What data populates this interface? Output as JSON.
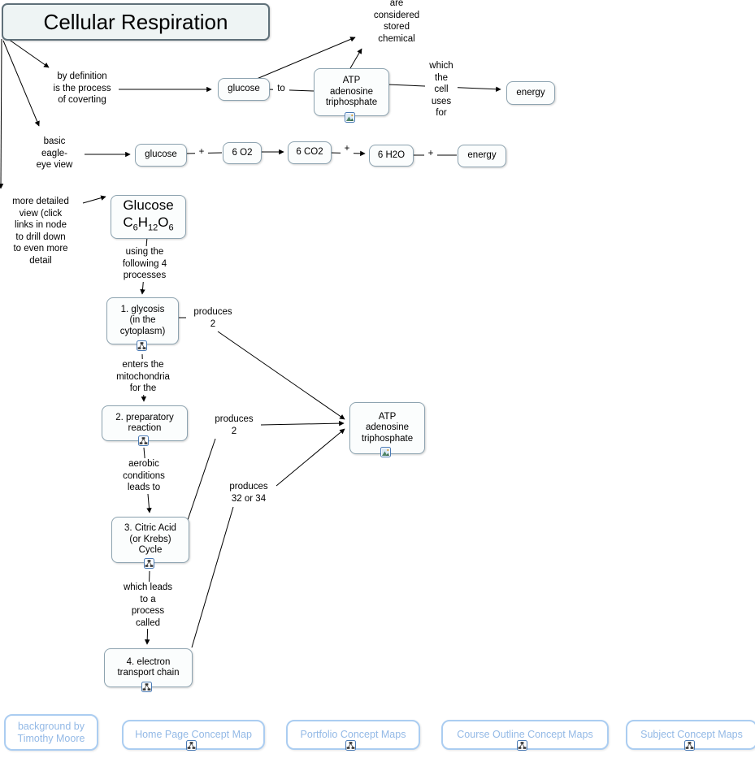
{
  "title": "Cellular Respiration",
  "map": {
    "nodes": {
      "glucose_top": "glucose",
      "atp_top": "ATP\nadenosine\ntriphosphate",
      "energy_top": "energy",
      "glucose_eq": "glucose",
      "o2_eq": "6 O2",
      "co2_eq": "6 CO2",
      "h2o_eq": "6 H2O",
      "energy_eq": "energy",
      "glucose_detail_name": "Glucose",
      "glucose_formula": [
        {
          "text": "C",
          "sub": false
        },
        {
          "text": "6",
          "sub": true
        },
        {
          "text": "H",
          "sub": false
        },
        {
          "text": "12",
          "sub": true
        },
        {
          "text": "O",
          "sub": false
        },
        {
          "text": "6",
          "sub": true
        }
      ],
      "glycolysis": "1. glycosis\n(in the\ncytoplasm)",
      "preparatory": "2. preparatory\nreaction",
      "citric": "3. Citric Acid\n(or Krebs)\nCycle",
      "electron": "4. electron\ntransport chain",
      "atp_detail": "ATP\nadenosine\ntriphosphate"
    },
    "links": {
      "are_considered": "are\nconsidered\nstored\nchemical",
      "by_definition": "by definition\nis the process\nof coverting",
      "to": "to",
      "which_cell": "which\nthe\ncell\nuses\nfor",
      "basic_view": "basic\neagle-\neye view",
      "plus1": "+",
      "plus2": "+",
      "plus3": "+",
      "more_detailed": "more detailed\nview (click\nlinks in node\nto drill down\nto even more\ndetail",
      "using_processes": "using the\nfollowing 4\nprocesses",
      "produces_2a": "produces\n2",
      "enters_mito": "enters the\nmitochondria\nfor the",
      "produces_2b": "produces\n2",
      "aerobic": "aerobic\nconditions\nleads to",
      "produces_32": "produces\n32 or 34",
      "which_leads": "which leads\nto a\nprocess\ncalled"
    }
  },
  "footer": {
    "background_credit": "background by\nTimothy Moore",
    "home": "Home Page Concept Map",
    "portfolio": "Portfolio Concept Maps",
    "course": "Course Outline Concept Maps",
    "subject": "Subject Concept Maps"
  },
  "colors": {
    "line": "#000000",
    "node_border": "#8da3b0",
    "footer_border": "#abcdf1",
    "footer_text": "#93b9e6"
  }
}
